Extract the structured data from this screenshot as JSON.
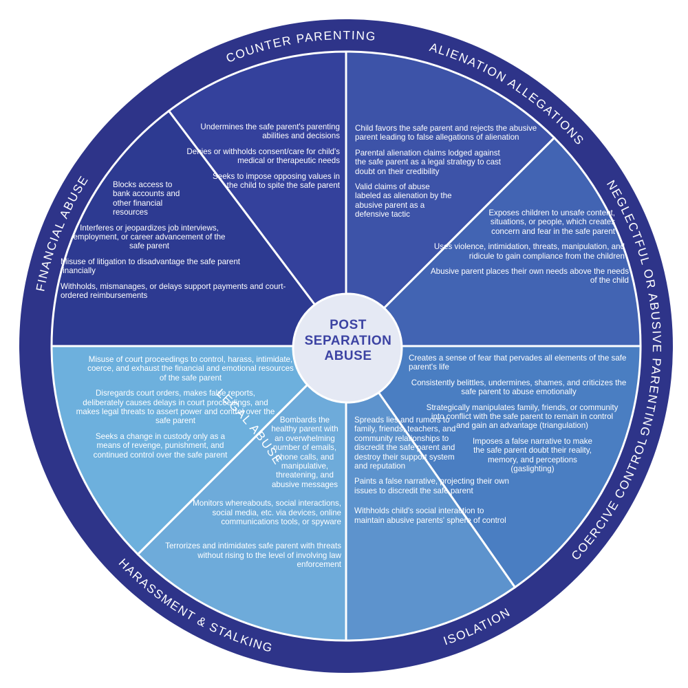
{
  "diagram": {
    "title_lines": [
      "POST",
      "SEPARATION",
      "ABUSE"
    ],
    "colors": {
      "outer_ring": "#2e3489",
      "financial_abuse": "#2d3a91",
      "counter_parenting": "#34419c",
      "alienation_allegations": "#3d53a8",
      "neglectful_parenting": "#4264b3",
      "coercive_control": "#4a7ec2",
      "isolation": "#5d93cd",
      "harassment_stalking": "#6eabda",
      "legal_abuse": "#6db0dd",
      "hub": "#e5e9f4",
      "hub_text": "#3c43a3"
    },
    "segments": [
      {
        "label": "FINANCIAL ABUSE",
        "items": [
          "Blocks access to bank accounts and other financial resources",
          "Interferes or jeopardizes job interviews, employment, or career advancement of the safe parent",
          "Misuse of litigation to disadvantage the safe parent financially",
          "Withholds, mismanages, or delays support payments and court-ordered reimbursements"
        ]
      },
      {
        "label": "COUNTER PARENTING",
        "items": [
          "Undermines the safe parent's parenting abilities and decisions",
          "Denies or withholds consent/care for child's medical or therapeutic needs",
          "Seeks to impose opposing values in the child to spite the safe parent"
        ]
      },
      {
        "label": "ALIENATION ALLEGATIONS",
        "items": [
          "Child favors the safe parent and rejects the abusive parent leading to false allegations of alienation",
          "Parental alienation claims lodged against the safe parent as a legal strategy to cast doubt on their credibility",
          "Valid claims of abuse labeled as alienation by the abusive parent as a defensive tactic"
        ]
      },
      {
        "label": "NEGLECTFUL OR ABUSIVE PARENTING",
        "items": [
          "Exposes children to unsafe content, situations, or people, which creates concern and fear in the safe parent",
          "Uses violence, intimidation, threats, manipulation, and ridicule to gain compliance from the children",
          "Abusive parent places their own needs above the needs of the child"
        ]
      },
      {
        "label": "COERCIVE CONTROL",
        "items": [
          "Creates a sense of fear that pervades all elements of the safe parent's life",
          "Consistently belittles, undermines, shames, and criticizes the safe parent to abuse emotionally",
          "Strategically manipulates family, friends, or community into conflict with the safe parent to remain in control and gain an advantage (triangulation)",
          "Imposes a false narrative to make the safe parent doubt their reality, memory, and perceptions (gaslighting)"
        ]
      },
      {
        "label": "ISOLATION",
        "items": [
          "Spreads lies and rumors to family, friends, teachers, and community relationships to discredit the safe parent and destroy their support system and reputation",
          "Paints a false narrative, projecting their own issues to discredit the safe parent",
          "Withholds child's social interaction to maintain abusive parents' sphere of control"
        ]
      },
      {
        "label": "HARASSMENT & STALKING",
        "items": [
          "Bombards the healthy parent with an overwhelming number of emails, phone calls, and manipulative, threatening, and abusive messages",
          "Monitors whereabouts, social interactions, social media, etc. via devices, online communications tools, or spyware",
          "Terrorizes and intimidates safe parent with threats without rising to the level of involving law enforcement"
        ]
      },
      {
        "label": "LEGAL ABUSE",
        "items": [
          "Misuse of court proceedings to control, harass, intimidate, coerce, and exhaust the financial and emotional resources of the safe parent",
          "Disregards court orders, makes false reports, deliberately causes delays in court proceedings, and makes legal threats to assert power and control over the safe parent",
          "Seeks a change in custody only as a means of revenge, punishment, and continued control over the safe parent"
        ]
      }
    ]
  }
}
